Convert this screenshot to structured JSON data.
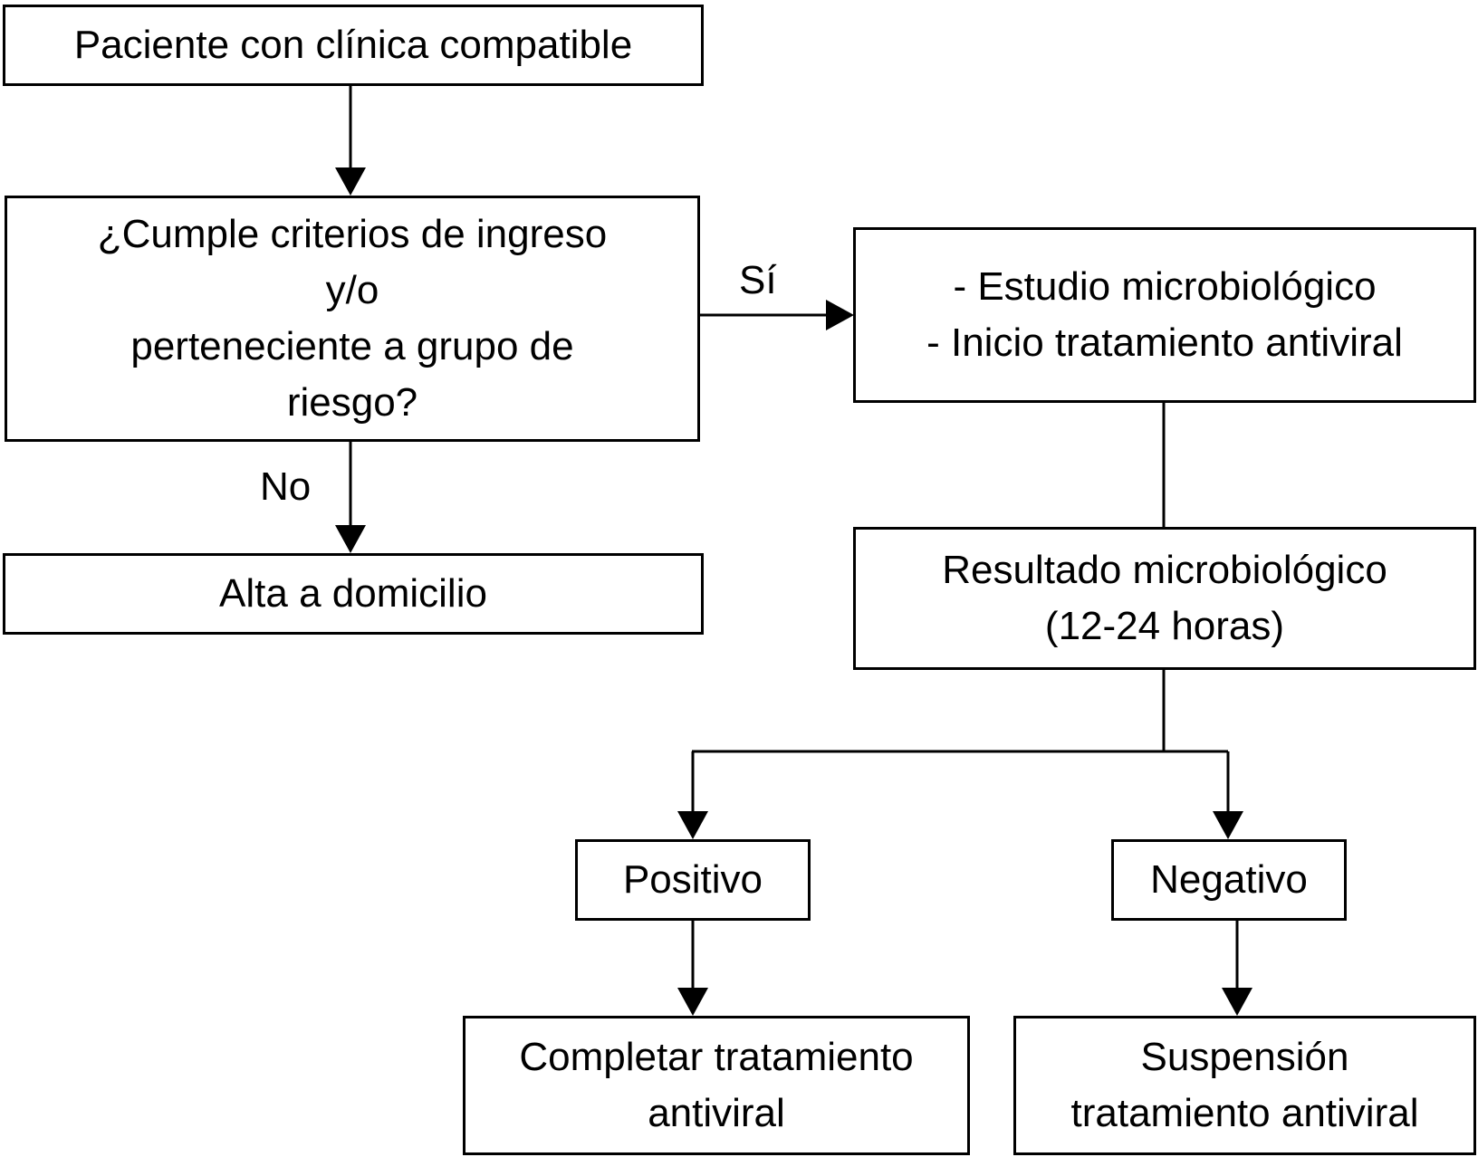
{
  "nodes": {
    "start": {
      "lines": [
        "Paciente con clínica compatible"
      ]
    },
    "question": {
      "lines": [
        "¿Cumple criterios de ingreso",
        "y/o",
        "perteneciente a grupo de",
        "riesgo?"
      ]
    },
    "discharge": {
      "lines": [
        "Alta a domicilio"
      ]
    },
    "study": {
      "lines": [
        "- Estudio microbiológico",
        "- Inicio tratamiento antiviral"
      ]
    },
    "result": {
      "lines": [
        "Resultado microbiológico",
        "(12-24 horas)"
      ]
    },
    "positive": {
      "lines": [
        "Positivo"
      ]
    },
    "negative": {
      "lines": [
        "Negativo"
      ]
    },
    "complete": {
      "lines": [
        "Completar tratamiento",
        "antiviral"
      ]
    },
    "suspend": {
      "lines": [
        "Suspensión",
        "tratamiento antiviral"
      ]
    }
  },
  "edge_labels": {
    "yes": "Sí",
    "no": "No"
  },
  "colors": {
    "line": "#000000",
    "background": "#ffffff"
  }
}
